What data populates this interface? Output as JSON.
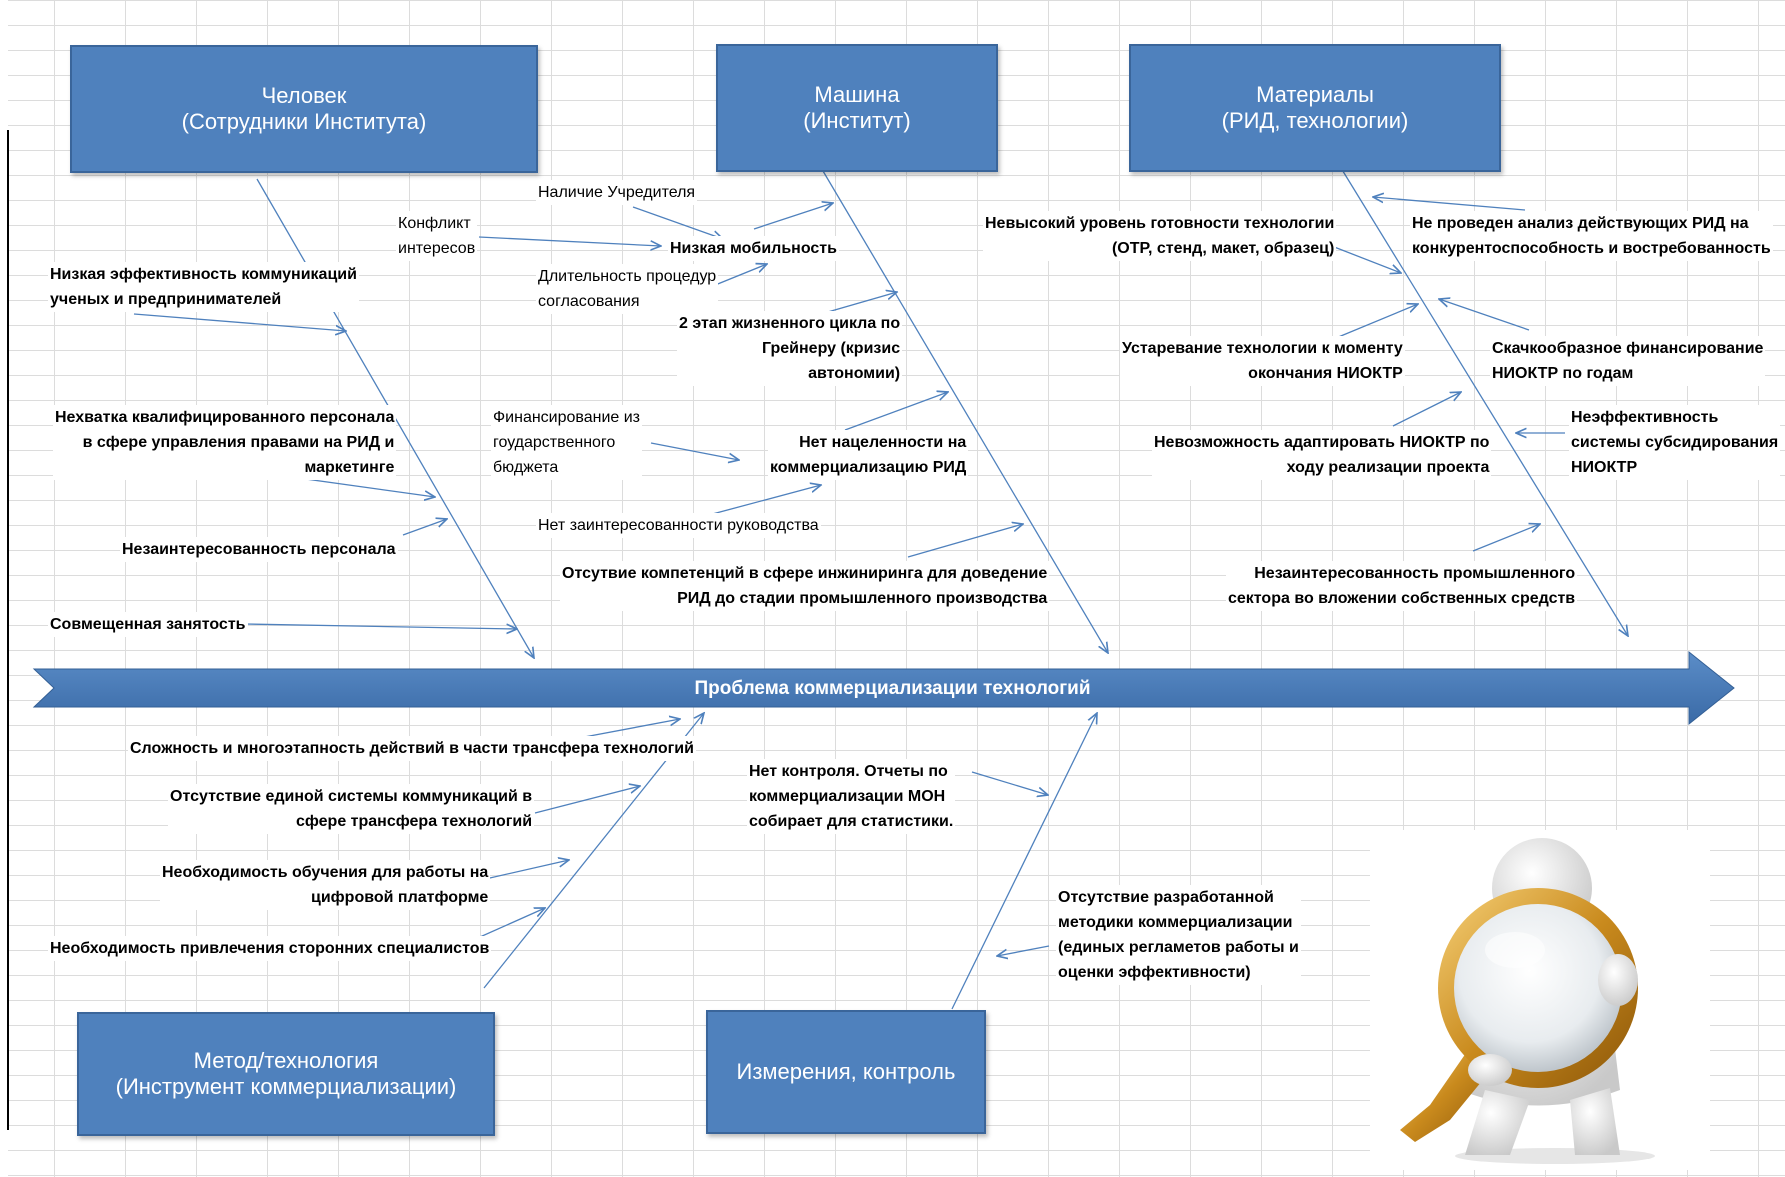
{
  "spine": {
    "label": "Проблема коммерциализации технологий",
    "color": "#4f81bd"
  },
  "categories": {
    "person": {
      "title": "Человек",
      "subtitle": "(Сотрудники Института)"
    },
    "machine": {
      "title": "Машина",
      "subtitle": "(Институт)"
    },
    "materials": {
      "title": "Материалы",
      "subtitle": "(РИД, технологии)"
    },
    "method": {
      "title": "Метод/технология",
      "subtitle": "(Инструмент коммерциализации)"
    },
    "measure": {
      "title": "Измерения, контроль"
    }
  },
  "causes": {
    "person": [
      "Низкая эффективность коммуникаций\nученых и предпринимателей",
      "Нехватка квалифицированного персонала\nв сфере управления правами на РИД и\nмаркетинге",
      "Незаинтересованность персонала",
      "Совмещенная занятость"
    ],
    "machine": {
      "conflict": "Конфликт\nинтересов",
      "founder": "Наличие Учредителя",
      "low_mobility": "Низкая мобильность",
      "approval": "Длительность процедур\nсогласования",
      "greiner": "2 этап жизненного цикла по\nГрейнеру (кризис\nавтономии)",
      "state_budget": "Финансирование из\nгоударственного\nбюджета",
      "no_focus": "Нет нацеленности на\nкоммерциализацию РИД",
      "management": "Нет заинтересованности руководства",
      "engineering": "Отсутвие компетенций в сфере инжиниринга для доведение\nРИД до стадии промышленного производства"
    },
    "materials": [
      "Невысокий уровень готовности технологии\n(ОТР, стенд, макет, образец)",
      "Не проведен анализ действующих РИД на\nконкурентоспособность и востребованность",
      "Устаревание технологии к моменту\nокончания НИОКТР",
      "Скачкообразное финансирование\nНИОКТР по годам",
      "Невозможность адаптировать НИОКТР по\nходу реализации проекта",
      "Неэффективность\nсистемы субсидирования\nНИОКТР",
      "Незаинтересованность промышленного\nсектора во вложении собственных средств"
    ],
    "method": [
      "Сложность и многоэтапность действий в части трансфера технологий",
      "Отсутствие единой системы коммуникаций в\nсфере трансфера технологий",
      "Необходимость обучения для работы на\nцифровой платформе",
      "Необходимость привлечения сторонних специалистов"
    ],
    "measure": [
      "Нет контроля. Отчеты по\nкоммерциализации МОН\nсобирает для статистики.",
      "Отсутствие разработанной\nметодики коммерциализации\n(единых регламетов работы и\nоценки эффективности)"
    ]
  },
  "illustration": {
    "icon": "person-with-magnifier-icon"
  },
  "colors": {
    "box_fill": "#4f81bd",
    "line": "#4f81bd"
  }
}
